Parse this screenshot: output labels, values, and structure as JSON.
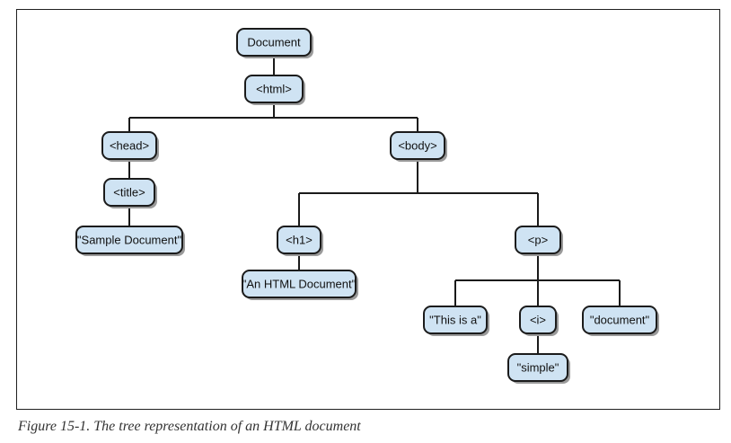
{
  "diagram": {
    "nodes": [
      {
        "id": "document",
        "label": "Document"
      },
      {
        "id": "html",
        "label": "<html>"
      },
      {
        "id": "head",
        "label": "<head>"
      },
      {
        "id": "body",
        "label": "<body>"
      },
      {
        "id": "title",
        "label": "<title>"
      },
      {
        "id": "sample-document",
        "label": "\"Sample Document\""
      },
      {
        "id": "h1",
        "label": "<h1>"
      },
      {
        "id": "p",
        "label": "<p>"
      },
      {
        "id": "an-html-document",
        "label": "\"An HTML Document\""
      },
      {
        "id": "this-is-a",
        "label": "\"This is a\""
      },
      {
        "id": "i",
        "label": "<i>"
      },
      {
        "id": "document-text",
        "label": "\"document\""
      },
      {
        "id": "simple",
        "label": "\"simple\""
      }
    ],
    "edges": [
      [
        "document",
        "html"
      ],
      [
        "html",
        "head"
      ],
      [
        "html",
        "body"
      ],
      [
        "head",
        "title"
      ],
      [
        "title",
        "sample-document"
      ],
      [
        "body",
        "h1"
      ],
      [
        "body",
        "p"
      ],
      [
        "h1",
        "an-html-document"
      ],
      [
        "p",
        "this-is-a"
      ],
      [
        "p",
        "i"
      ],
      [
        "p",
        "document-text"
      ],
      [
        "i",
        "simple"
      ]
    ]
  },
  "caption": "Figure 15-1. The tree representation of an HTML document"
}
